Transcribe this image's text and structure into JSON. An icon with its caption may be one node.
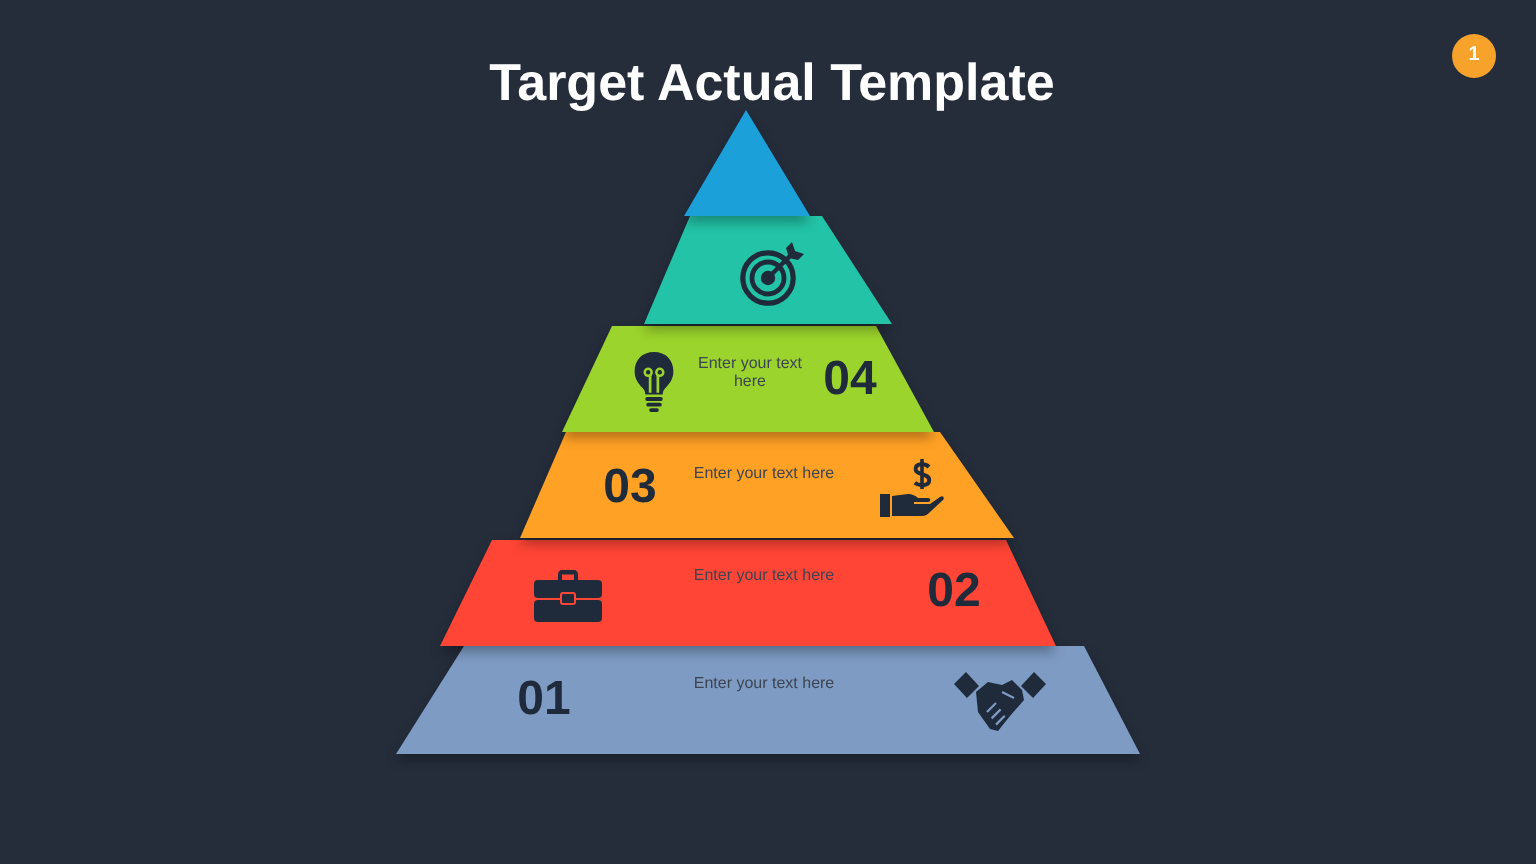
{
  "diagram": {
    "title": "Target Actual Template",
    "nodes": [
      {
        "text": [],
        "shape": "triangle"
      },
      {
        "text": [],
        "shape": "trapezoid"
      },
      {
        "text": [
          "Enter your text here",
          "04"
        ]
      },
      {
        "text": [
          "03",
          "Enter your text here"
        ]
      },
      {
        "text": [
          "Enter your text here",
          "02"
        ]
      },
      {
        "text": [
          "01",
          "Enter your text here"
        ]
      }
    ],
    "labels": [
      "1"
    ]
  }
}
